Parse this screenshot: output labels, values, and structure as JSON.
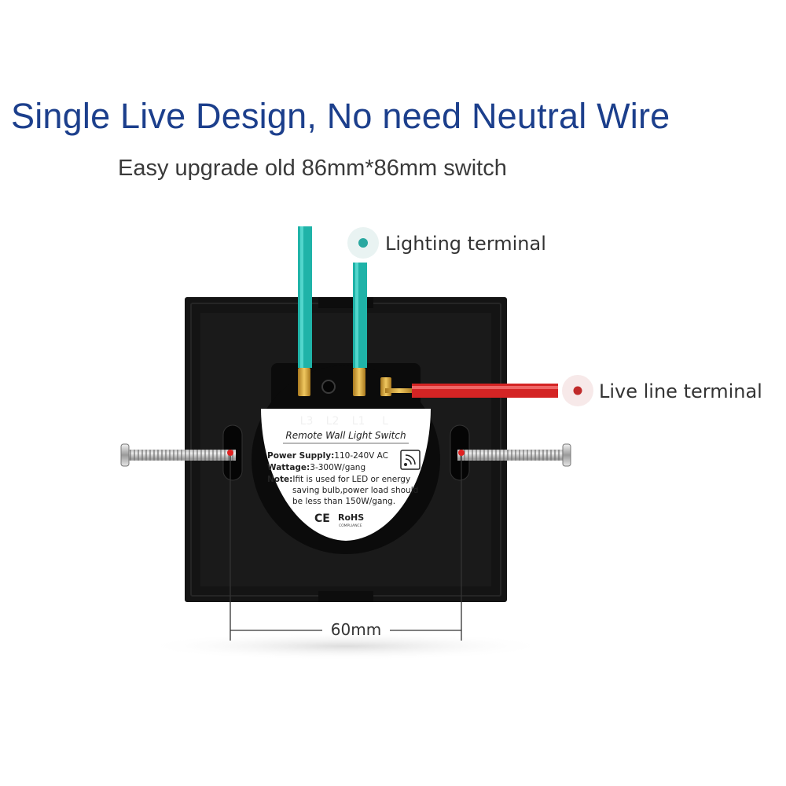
{
  "header": {
    "title": "Single Live Design, No need Neutral Wire",
    "subtitle": "Easy upgrade old 86mm*86mm switch"
  },
  "callouts": {
    "lighting": {
      "label": "Lighting terminal",
      "dot_color": "#2aa8a0"
    },
    "live": {
      "label": "Live line terminal",
      "dot_color": "#c02a2a"
    }
  },
  "terminals": [
    "L3",
    "L2",
    "L1",
    "L"
  ],
  "sticker": {
    "heading": "Remote Wall Light Switch",
    "power_label": "Power Supply:",
    "power_value": "110-240V  AC",
    "wattage_label": "Wattage:",
    "wattage_value": "3-300W/gang",
    "note_label": "Note:",
    "note_line1": "Ifit is used for LED or energy",
    "note_line2": "saving bulb,power load should",
    "note_line3": "be less than 150W/gang.",
    "ce": "CE",
    "rohs": "RoHS",
    "rohs_sub": "COMPLIANCE"
  },
  "dimension": {
    "label": "60mm"
  },
  "colors": {
    "wire_lighting": "#1fb3a8",
    "wire_live": "#d42424",
    "panel": "#141414"
  }
}
